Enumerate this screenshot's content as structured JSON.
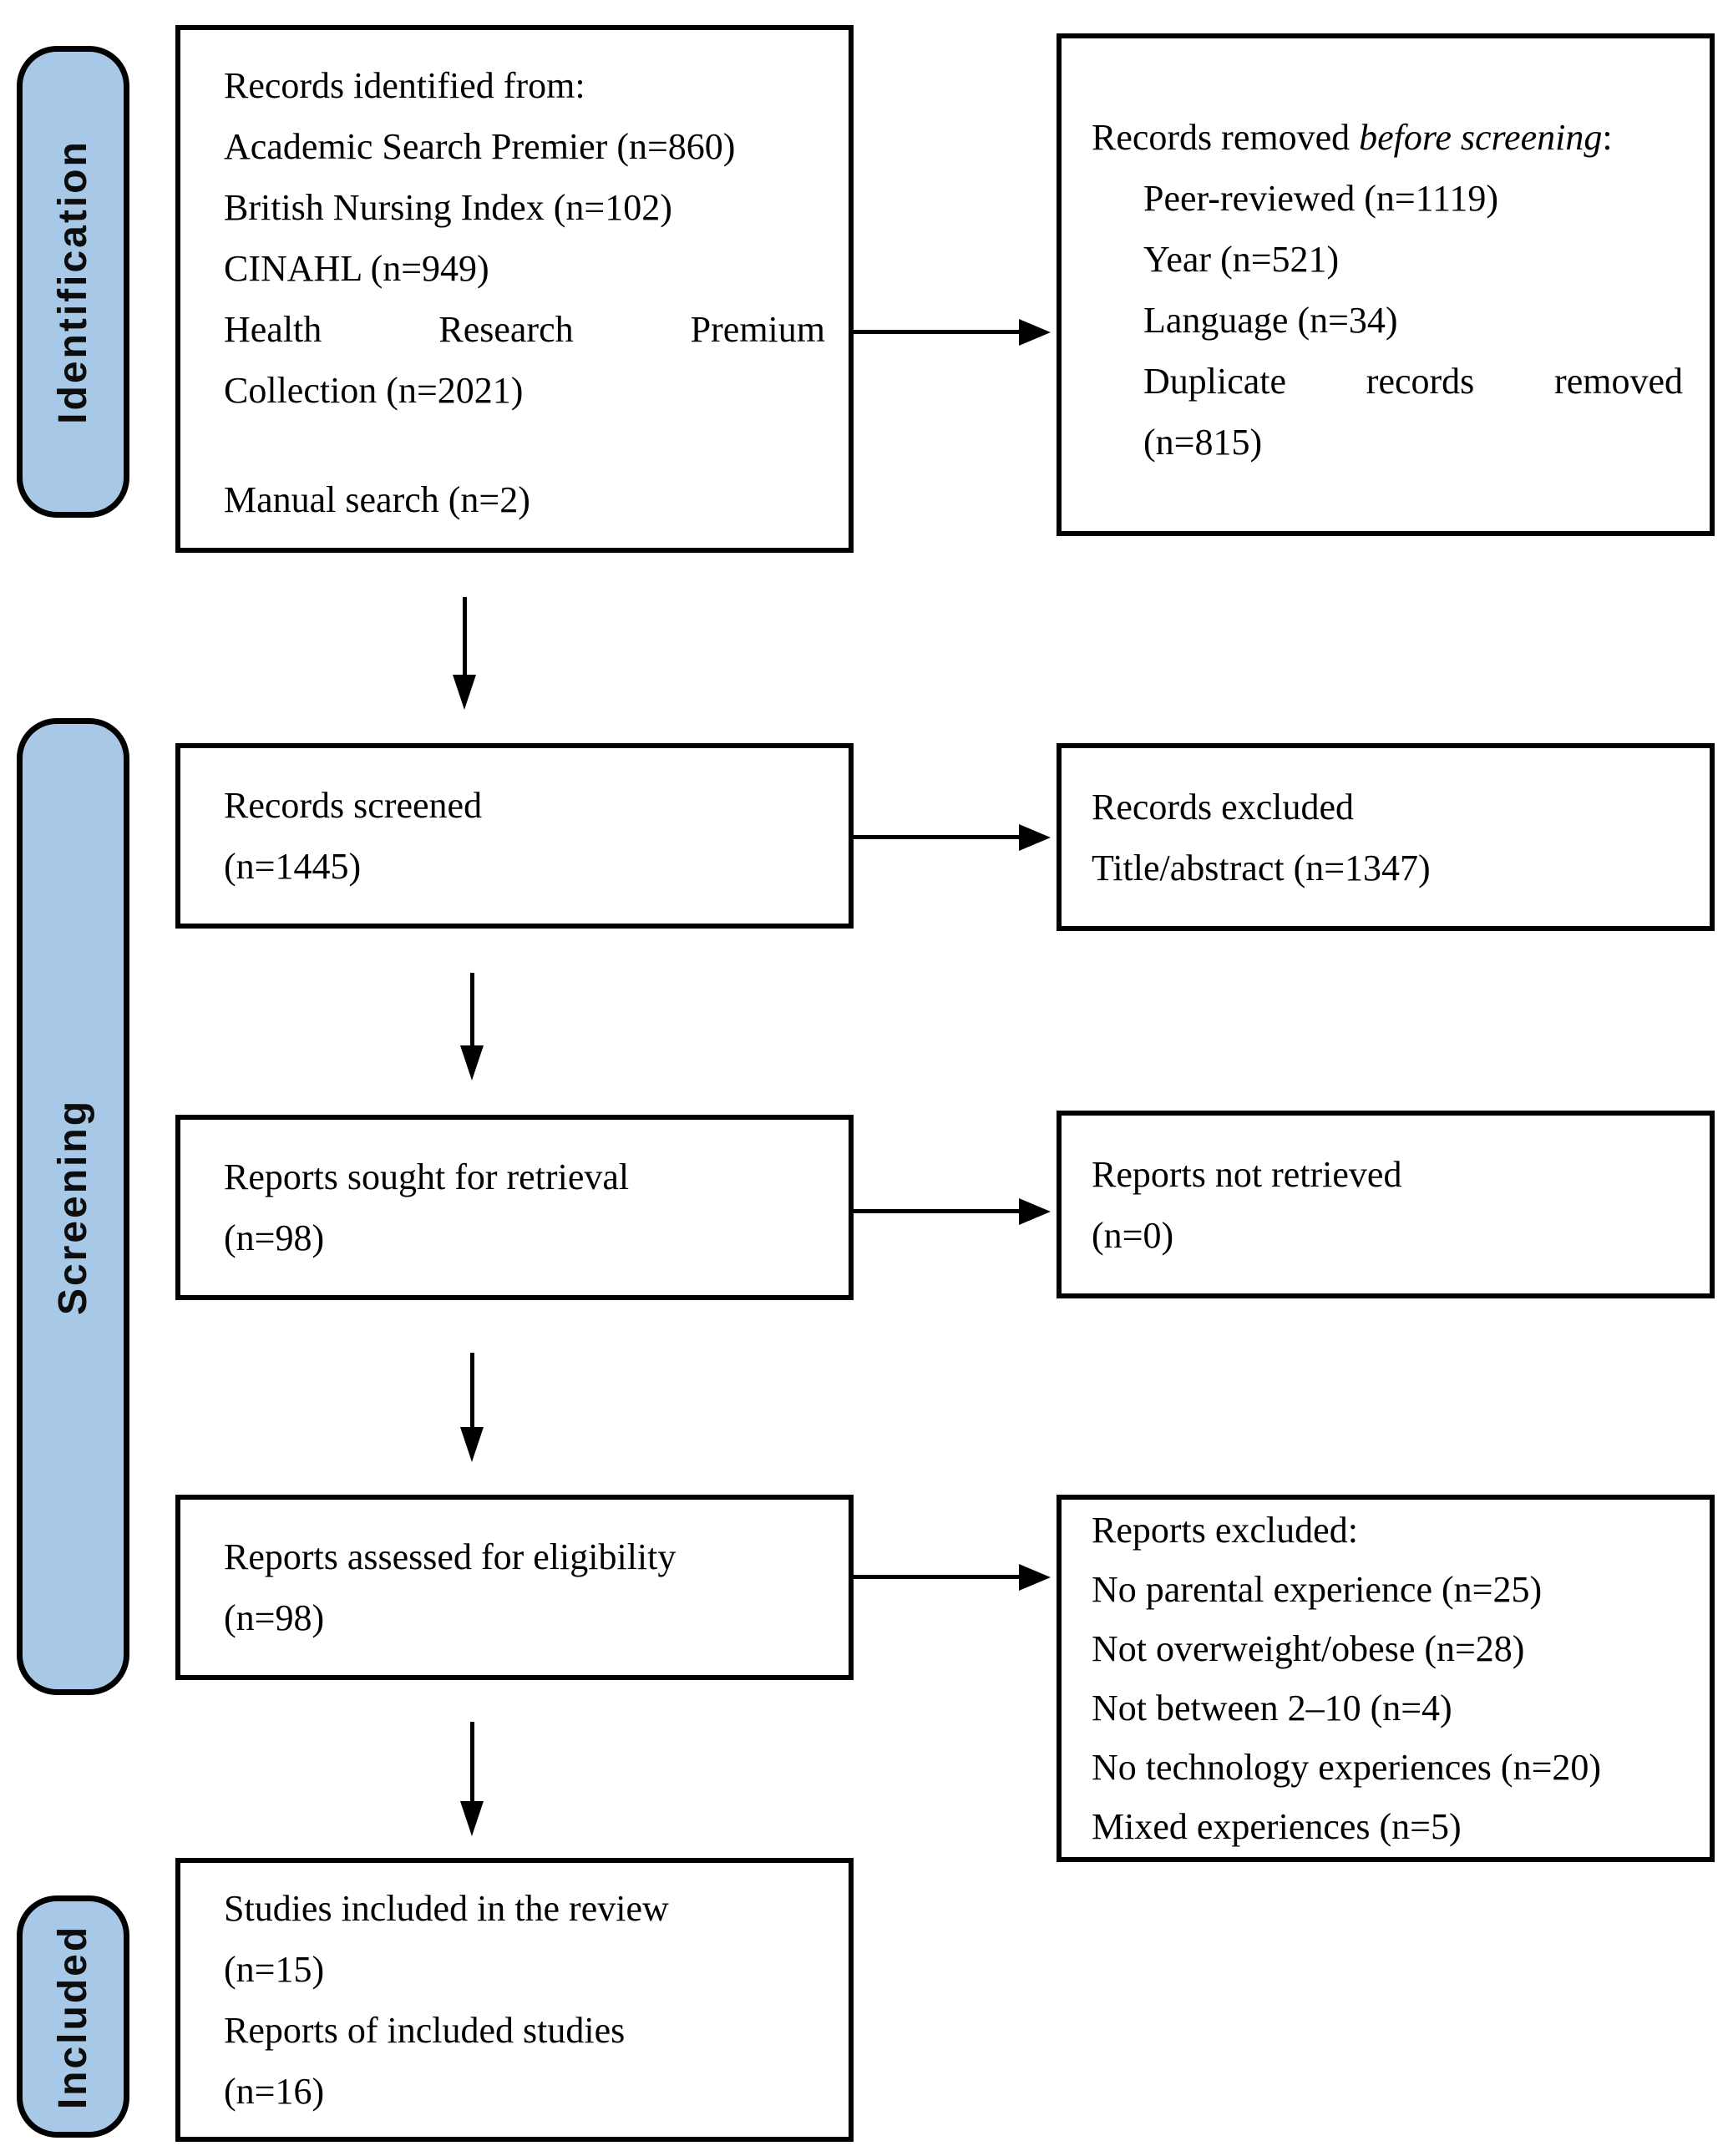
{
  "diagram": {
    "stage_labels": {
      "identification": "Identification",
      "screening": "Screening",
      "included": "Included"
    },
    "boxes": {
      "identified": {
        "lines": [
          "Records identified from:",
          "Academic Search Premier (n=860)",
          "British Nursing Index (n=102)",
          "CINAHL (n=949)",
          "Health Research Premium",
          "Collection (n=2021)",
          "Manual search (n=2)"
        ]
      },
      "removed": {
        "title_prefix": "Records removed ",
        "title_italic": "before screening",
        "title_suffix": ":",
        "items": [
          "Peer-reviewed (n=1119)",
          "Year (n=521)",
          "Language (n=34)",
          "Duplicate records removed",
          "(n=815)"
        ]
      },
      "screened": {
        "lines": [
          "Records screened",
          "(n=1445)"
        ]
      },
      "excluded": {
        "lines": [
          "Records excluded",
          "Title/abstract (n=1347)"
        ]
      },
      "sought": {
        "lines": [
          "Reports sought for retrieval",
          "(n=98)"
        ]
      },
      "not_retrieved": {
        "lines": [
          "Reports not retrieved",
          "(n=0)"
        ]
      },
      "assessed": {
        "lines": [
          "Reports assessed for eligibility",
          "(n=98)"
        ]
      },
      "reports_excluded": {
        "lines": [
          "Reports excluded:",
          "No parental experience (n=25)",
          "Not overweight/obese (n=28)",
          "Not between 2–10 (n=4)",
          "No technology experiences (n=20)",
          "Mixed experiences (n=5)"
        ]
      },
      "included_studies": {
        "lines": [
          "Studies included in the review",
          "(n=15)",
          "Reports of included studies",
          "(n=16)"
        ]
      }
    },
    "colors": {
      "stage_fill": "#a8c8e8",
      "border": "#000000",
      "background": "#ffffff",
      "text": "#000000"
    }
  }
}
